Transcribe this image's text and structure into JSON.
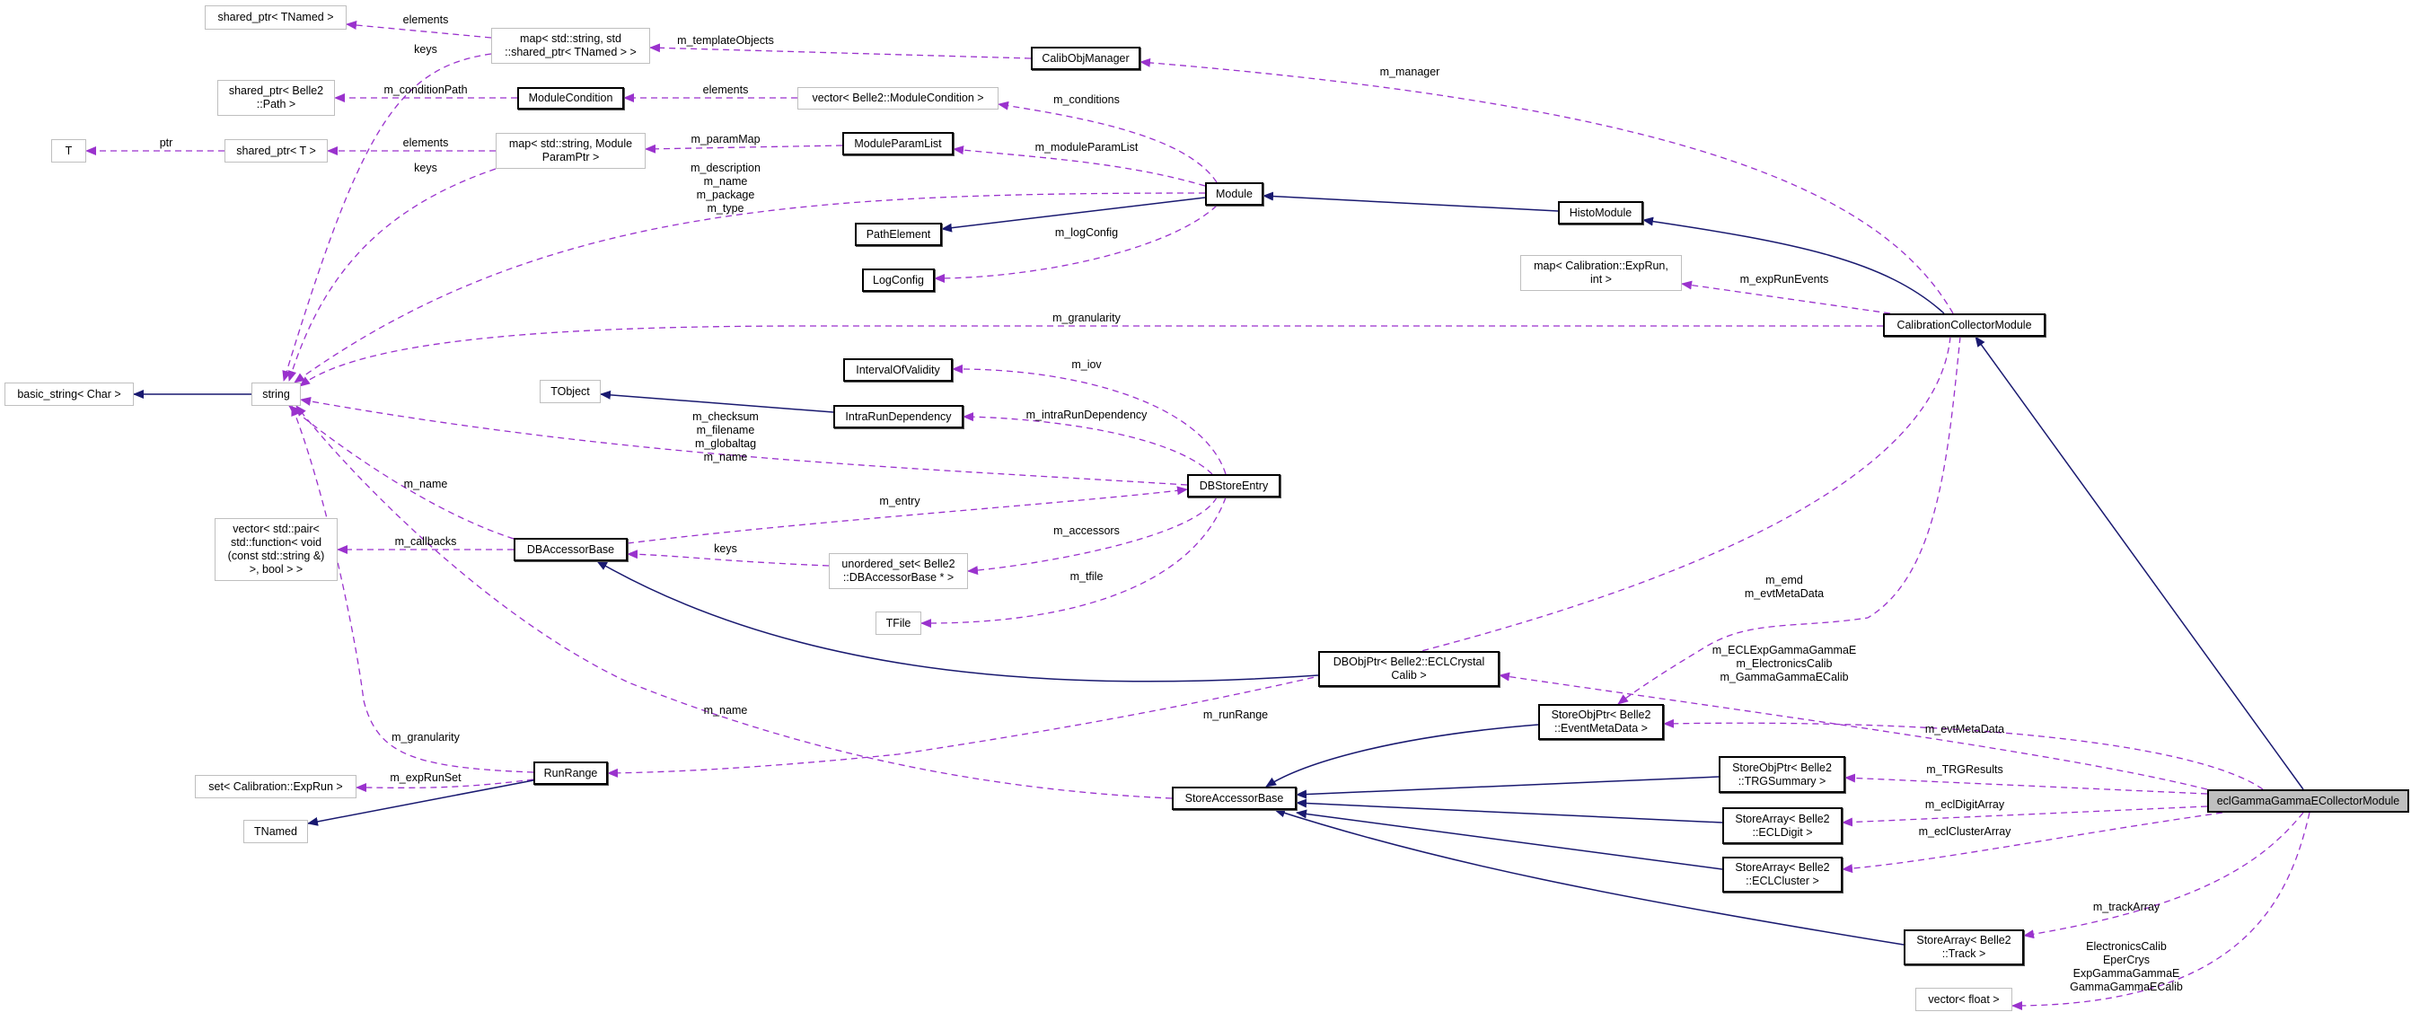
{
  "nodes": {
    "shared_ptr_tnamed": [
      "shared_ptr< TNamed >"
    ],
    "map_tnamed": [
      "map< std::string, std",
      "::shared_ptr< TNamed > >"
    ],
    "calib_obj_manager": [
      "CalibObjManager"
    ],
    "shared_ptr_path": [
      "shared_ptr< Belle2",
      "::Path >"
    ],
    "module_condition": [
      "ModuleCondition"
    ],
    "vector_module_condition": [
      "vector< Belle2::ModuleCondition >"
    ],
    "t": [
      "T"
    ],
    "shared_ptr_t": [
      "shared_ptr< T >"
    ],
    "map_param": [
      "map< std::string, Module",
      "ParamPtr >"
    ],
    "module_param_list": [
      "ModuleParamList"
    ],
    "module": [
      "Module"
    ],
    "path_element": [
      "PathElement"
    ],
    "log_config": [
      "LogConfig"
    ],
    "histo_module": [
      "HistoModule"
    ],
    "map_exprun": [
      "map< Calibration::ExpRun,",
      "int >"
    ],
    "calibration_collector_module": [
      "CalibrationCollectorModule"
    ],
    "basic_string": [
      "basic_string< Char >"
    ],
    "string": [
      "string"
    ],
    "tobject": [
      "TObject"
    ],
    "interval_of_validity": [
      "IntervalOfValidity"
    ],
    "intra_run_dependency": [
      "IntraRunDependency"
    ],
    "db_store_entry": [
      "DBStoreEntry"
    ],
    "vector_pair": [
      "vector< std::pair<",
      "std::function< void",
      "(const std::string &)",
      ">, bool > >"
    ],
    "db_accessor_base": [
      "DBAccessorBase"
    ],
    "unordered_set": [
      "unordered_set< Belle2",
      "::DBAccessorBase * >"
    ],
    "tfile": [
      "TFile"
    ],
    "db_obj_ptr": [
      "DBObjPtr< Belle2::ECLCrystal",
      "Calib >"
    ],
    "run_range": [
      "RunRange"
    ],
    "set_exprun": [
      "set< Calibration::ExpRun >"
    ],
    "tnamed": [
      "TNamed"
    ],
    "store_accessor_base": [
      "StoreAccessorBase"
    ],
    "store_obj_ptr_emd": [
      "StoreObjPtr< Belle2",
      "::EventMetaData >"
    ],
    "store_obj_ptr_trg": [
      "StoreObjPtr< Belle2",
      "::TRGSummary >"
    ],
    "store_array_digit": [
      "StoreArray< Belle2",
      "::ECLDigit >"
    ],
    "store_array_cluster": [
      "StoreArray< Belle2",
      "::ECLCluster >"
    ],
    "store_array_track": [
      "StoreArray< Belle2",
      "::Track >"
    ],
    "vector_float": [
      "vector< float >"
    ],
    "ecl_module": [
      "eclGammaGammaECollectorModule"
    ]
  },
  "edges": {
    "elements_tnamed": [
      "elements"
    ],
    "keys_tnamed": [
      "keys"
    ],
    "template_objects": [
      "m_templateObjects"
    ],
    "condition_path": [
      "m_conditionPath"
    ],
    "elements_condition": [
      "elements"
    ],
    "ptr": [
      "ptr"
    ],
    "elements_t": [
      "elements"
    ],
    "param_map": [
      "m_paramMap"
    ],
    "keys_param": [
      "keys"
    ],
    "module_strings": [
      "m_description",
      "m_name",
      "m_package",
      "m_type"
    ],
    "manager": [
      "m_manager"
    ],
    "conditions": [
      "m_conditions"
    ],
    "module_param_list": [
      "m_moduleParamList"
    ],
    "log_config": [
      "m_logConfig"
    ],
    "granularity_ccm": [
      "m_granularity"
    ],
    "exp_run_events": [
      "m_expRunEvents"
    ],
    "iov": [
      "m_iov"
    ],
    "intra_run": [
      "m_intraRunDependency"
    ],
    "dbstore_strings": [
      "m_checksum",
      "m_filename",
      "m_globaltag",
      "m_name"
    ],
    "name_dbaccessor": [
      "m_name"
    ],
    "entry": [
      "m_entry"
    ],
    "callbacks": [
      "m_callbacks"
    ],
    "keys_accessor": [
      "keys"
    ],
    "accessors": [
      "m_accessors"
    ],
    "tfile": [
      "m_tfile"
    ],
    "emd": [
      "m_emd",
      "m_evtMetaData"
    ],
    "ecl_calib": [
      "m_ECLExpGammaGammaE",
      "m_ElectronicsCalib",
      "m_GammaGammaECalib"
    ],
    "run_range": [
      "m_runRange"
    ],
    "evt_meta_data": [
      "m_evtMetaData"
    ],
    "granularity_run": [
      "m_granularity"
    ],
    "exp_run_set": [
      "m_expRunSet"
    ],
    "name_store": [
      "m_name"
    ],
    "trg_results": [
      "m_TRGResults"
    ],
    "ecl_digit_array": [
      "m_eclDigitArray"
    ],
    "ecl_cluster_array": [
      "m_eclClusterArray"
    ],
    "track_array": [
      "m_trackArray"
    ],
    "float_vectors": [
      "ElectronicsCalib",
      "EperCrys",
      "ExpGammaGammaE",
      "GammaGammaECalib"
    ]
  },
  "colors": {
    "usage_edge": "#9a32cd",
    "inheritance_edge": "#191970",
    "focus_fill": "#bfbfbf"
  }
}
